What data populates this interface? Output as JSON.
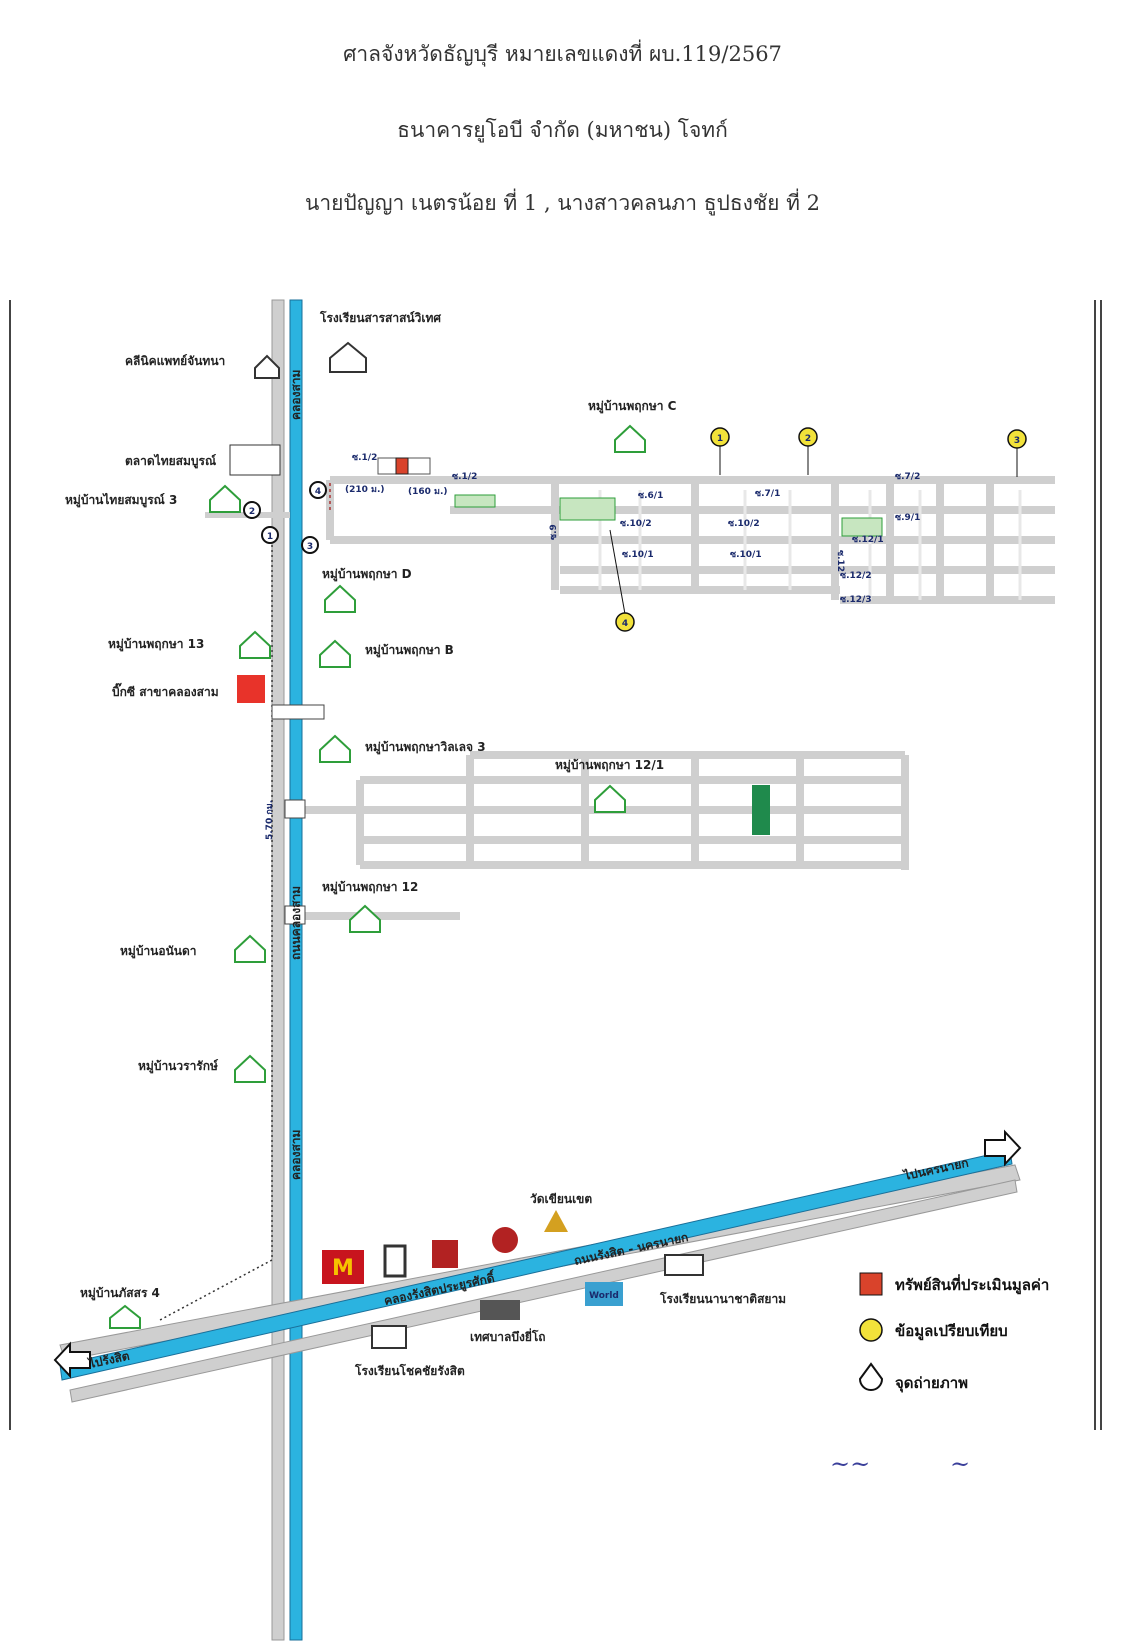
{
  "header": {
    "line1": "ศาลจังหวัดธัญบุรี หมายเลขแดงที่ ผบ.119/2567",
    "line2": "ธนาคารยูโอบี จำกัด (มหาชน)          โจทก์",
    "line3": "นายปัญญา เนตรน้อย  ที่  1  , นางสาวคลนภา  ธูปธงชัย  ที่  2"
  },
  "places": {
    "school_top": "โรงเรียนสารสาสน์วิเทศ",
    "clinic": "คลีนิคแพทย์จันทนา",
    "market": "ตลาดไทยสมบูรณ์",
    "thaisomboon3": "หมู่บ้านไทยสมบูรณ์ 3",
    "pruksa_c": "หมู่บ้านพฤกษา C",
    "pruksa_d": "หมู่บ้านพฤกษา D",
    "pruksa_13": "หมู่บ้านพฤกษา 13",
    "pruksa_b": "หมู่บ้านพฤกษา B",
    "bigc": "บิ๊กซี สาขาคลองสาม",
    "pruksa_villa3": "หมู่บ้านพฤกษาวิลเลจ 3",
    "pruksa_121": "หมู่บ้านพฤกษา 12/1",
    "pruksa_12": "หมู่บ้านพฤกษา 12",
    "ananda": "หมู่บ้านอนันดา",
    "wararak": "หมู่บ้านวรารักษ์",
    "patsorn4": "หมู่บ้านภัสสร 4",
    "wat": "วัดเขียนเขต",
    "munic": "เทศบาลบึงยี่โถ",
    "school_intl": "โรงเรียนนานาชาติสยาม",
    "school_bottom": "โรงเรียนโชคชัยรังสิต",
    "dreamworld": "World"
  },
  "roads": {
    "canal_top": "คลองสาม",
    "canal_mid": "ถนนคลองสาม",
    "canal_bottom": "คลองสาม",
    "dist": "5.70 กม.",
    "rangsit_rd": "ถนนรังสิต - นครนายก",
    "rangsit_canal": "คลองรังสิตประยูรศักดิ์",
    "to_nakhonnayok": "ไปนครนายก",
    "to_rangsit": "ไปรังสิต",
    "s12": "ซ.1/2",
    "s12b": "ซ.1/2",
    "d210": "(210 ม.)",
    "d160": "(160 ม.)",
    "s61": "ซ.6/1",
    "s71": "ซ.7/1",
    "s72": "ซ.7/2",
    "s91": "ซ.9/1",
    "s102a": "ซ.10/2",
    "s102b": "ซ.10/2",
    "s101a": "ซ.10/1",
    "s101b": "ซ.10/1",
    "s121": "ซ.12/1",
    "s122": "ซ.12/2",
    "s123": "ซ.12/3",
    "s9": "ซ.9",
    "s12v": "ซ.12"
  },
  "markers": {
    "m1": "1",
    "m2": "2",
    "m3": "3",
    "m4": "4",
    "p1": "1",
    "p2": "2",
    "p3": "3",
    "p4": "4"
  },
  "legend": {
    "appraised": "ทรัพย์สินที่ประเมินมูลค่า",
    "compare": "ข้อมูลเปรียบเทียบ",
    "photo": "จุดถ่ายภาพ"
  },
  "colors": {
    "canal": "#2bb3e0",
    "road": "#cfcfcf",
    "green": "#2e9e3a",
    "property": "#d9432b",
    "marker": "#f2e23a"
  }
}
